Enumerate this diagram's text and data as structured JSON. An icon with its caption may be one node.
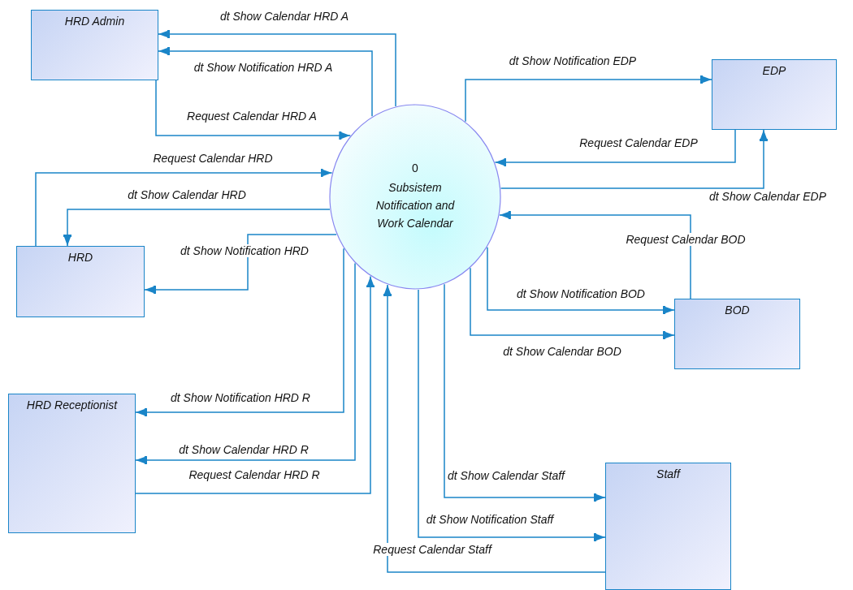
{
  "diagram": {
    "nodes": [
      {
        "text": [
          "HRD Admin"
        ]
      },
      {
        "text": [
          "EDP"
        ]
      },
      {
        "text": [
          "0",
          "Subsistem Notification and Work Calendar"
        ]
      },
      {
        "text": [
          "HRD"
        ]
      },
      {
        "text": [
          "BOD"
        ]
      },
      {
        "text": [
          "HRD Receptionist"
        ]
      },
      {
        "text": [
          "Staff"
        ]
      }
    ],
    "edges": [
      {
        "from": 2,
        "to": 0,
        "arrow": "to",
        "label": "dt Show Calendar HRD A"
      },
      {
        "from": 2,
        "to": 0,
        "arrow": "to",
        "label": "dt Show Notification HRD A"
      },
      {
        "from": 0,
        "to": 2,
        "arrow": "to",
        "label": "Request Calendar HRD A"
      },
      {
        "from": 2,
        "to": 1,
        "arrow": "to",
        "label": "dt Show Notification EDP"
      },
      {
        "from": 1,
        "to": 2,
        "arrow": "to",
        "label": "Request Calendar EDP"
      },
      {
        "from": 2,
        "to": 1,
        "arrow": "to",
        "label": "dt Show Calendar EDP"
      },
      {
        "from": 3,
        "to": 2,
        "arrow": "to",
        "label": "Request Calendar HRD"
      },
      {
        "from": 2,
        "to": 3,
        "arrow": "to",
        "label": "dt Show Calendar HRD"
      },
      {
        "from": 2,
        "to": 3,
        "arrow": "to",
        "label": "dt Show Notification HRD"
      },
      {
        "from": 4,
        "to": 2,
        "arrow": "to",
        "label": "Request Calendar BOD"
      },
      {
        "from": 2,
        "to": 4,
        "arrow": "to",
        "label": "dt Show Notification BOD"
      },
      {
        "from": 2,
        "to": 4,
        "arrow": "to",
        "label": "dt Show Calendar BOD"
      },
      {
        "from": 2,
        "to": 5,
        "arrow": "to",
        "label": "dt Show Notification HRD R"
      },
      {
        "from": 2,
        "to": 5,
        "arrow": "to",
        "label": "dt Show Calendar HRD R"
      },
      {
        "from": 5,
        "to": 2,
        "arrow": "to",
        "label": "Request Calendar HRD R"
      },
      {
        "from": 2,
        "to": 6,
        "arrow": "to",
        "label": "dt Show Calendar Staff"
      },
      {
        "from": 2,
        "to": 6,
        "arrow": "to",
        "label": "dt Show Notification Staff"
      },
      {
        "from": 6,
        "to": 2,
        "arrow": "to",
        "label": "Request Calendar Staff"
      }
    ]
  }
}
